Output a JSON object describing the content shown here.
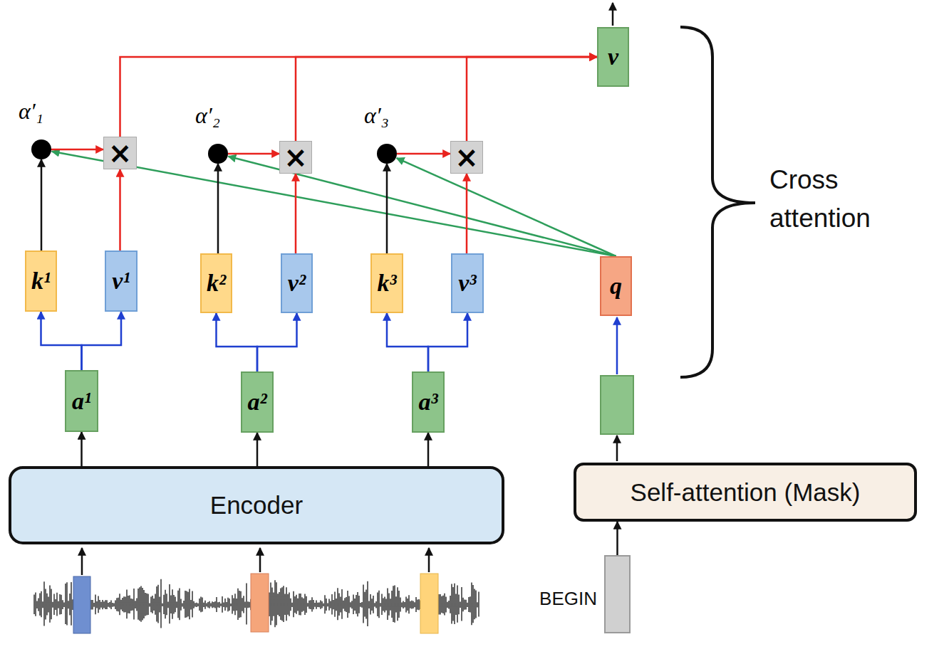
{
  "diagram": {
    "nodes": [
      {
        "text": [
          "α′₁"
        ]
      },
      {
        "text": [
          "×"
        ]
      },
      {
        "text": [
          "α′₂"
        ]
      },
      {
        "text": [
          "×"
        ]
      },
      {
        "text": [
          "α′₃"
        ]
      },
      {
        "text": [
          "×"
        ]
      },
      {
        "text": [
          "v"
        ]
      },
      {
        "text": [
          "k¹"
        ]
      },
      {
        "text": [
          "v¹"
        ]
      },
      {
        "text": [
          "k²"
        ]
      },
      {
        "text": [
          "v²"
        ]
      },
      {
        "text": [
          "k³"
        ]
      },
      {
        "text": [
          "v³"
        ]
      },
      {
        "text": [
          "q"
        ]
      },
      {
        "text": [
          "a¹"
        ]
      },
      {
        "text": [
          "a²"
        ]
      },
      {
        "text": [
          "a³"
        ]
      },
      {
        "text": [
          "Encoder"
        ]
      },
      {
        "text": [
          "Self-attention (Mask)"
        ]
      },
      {
        "text": [
          "BEGIN"
        ]
      }
    ],
    "edges": [
      {
        "from": 7,
        "to": 0,
        "arrow": "to"
      },
      {
        "from": 13,
        "to": 0,
        "arrow": "to"
      },
      {
        "from": 0,
        "to": 1,
        "arrow": "to"
      },
      {
        "from": 8,
        "to": 1,
        "arrow": "to"
      },
      {
        "from": 1,
        "to": 6,
        "arrow": "to"
      },
      {
        "from": 9,
        "to": 2,
        "arrow": "to"
      },
      {
        "from": 13,
        "to": 2,
        "arrow": "to"
      },
      {
        "from": 2,
        "to": 3,
        "arrow": "to"
      },
      {
        "from": 10,
        "to": 3,
        "arrow": "to"
      },
      {
        "from": 3,
        "to": 6,
        "arrow": "to"
      },
      {
        "from": 11,
        "to": 4,
        "arrow": "to"
      },
      {
        "from": 13,
        "to": 4,
        "arrow": "to"
      },
      {
        "from": 4,
        "to": 5,
        "arrow": "to"
      },
      {
        "from": 12,
        "to": 5,
        "arrow": "to"
      },
      {
        "from": 5,
        "to": 6,
        "arrow": "to"
      },
      {
        "from": 14,
        "to": 7,
        "arrow": "to"
      },
      {
        "from": 14,
        "to": 8,
        "arrow": "to"
      },
      {
        "from": 15,
        "to": 9,
        "arrow": "to"
      },
      {
        "from": 15,
        "to": 10,
        "arrow": "to"
      },
      {
        "from": 16,
        "to": 11,
        "arrow": "to"
      },
      {
        "from": 16,
        "to": 12,
        "arrow": "to"
      },
      {
        "from": 17,
        "to": 14,
        "arrow": "to"
      },
      {
        "from": 17,
        "to": 15,
        "arrow": "to"
      },
      {
        "from": 17,
        "to": 16,
        "arrow": "to"
      },
      {
        "from": 19,
        "to": 18,
        "arrow": "to"
      }
    ],
    "labels": [
      "Cross attention"
    ]
  }
}
